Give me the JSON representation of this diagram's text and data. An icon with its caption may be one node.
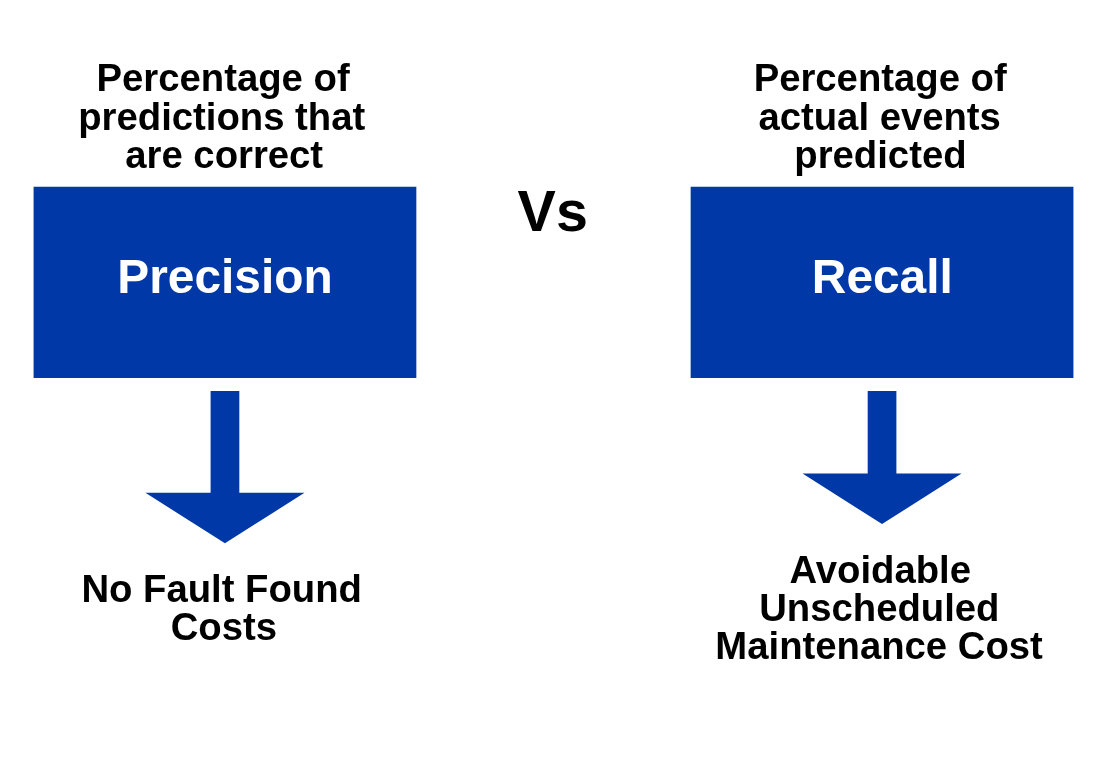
{
  "diagram": {
    "nodes": [
      {
        "text": [
          "Percentage of predictions that are correct",
          "Precision"
        ]
      },
      {
        "text": [
          "No Fault Found Costs"
        ]
      },
      {
        "text": [
          "Percentage of actual events predicted",
          "Recall"
        ]
      },
      {
        "text": [
          "Avoidable Unscheduled Maintenance Cost"
        ]
      }
    ],
    "edges": [
      {
        "from": 0,
        "to": 1,
        "arrow": "to"
      },
      {
        "from": 2,
        "to": 3,
        "arrow": "to"
      }
    ],
    "labels": [
      "Vs"
    ]
  }
}
